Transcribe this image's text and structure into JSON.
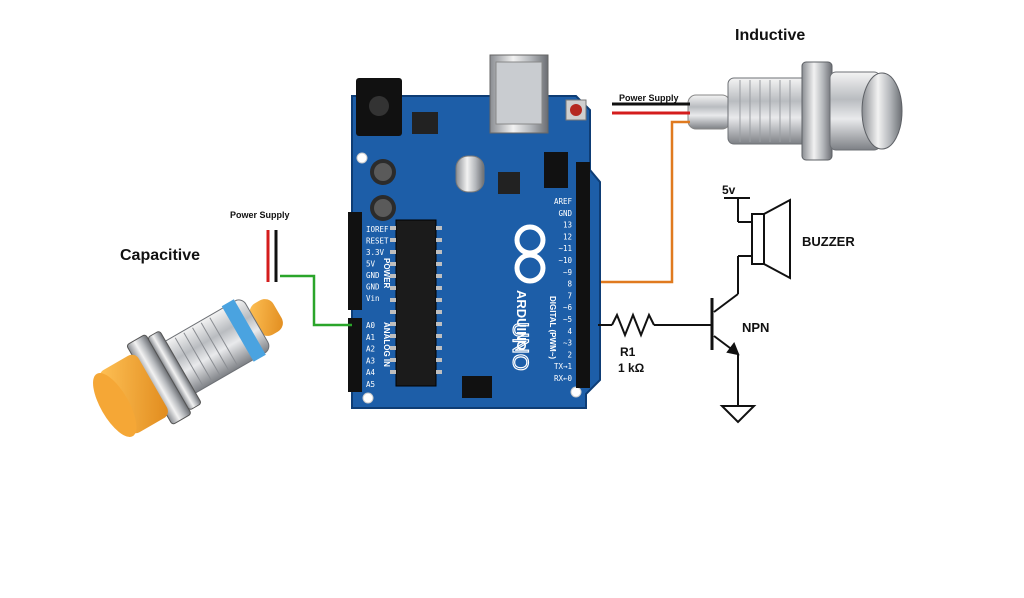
{
  "labels": {
    "inductive": "Inductive",
    "capacitive": "Capacitive",
    "power_supply_left": "Power Supply",
    "power_supply_right": "Power Supply",
    "buzzer": "BUZZER",
    "npn": "NPN",
    "r1": "R1",
    "r1_value": "1 kΩ",
    "five_v": "5v"
  },
  "board": {
    "name": "ARDUINO",
    "model": "UNO",
    "power_header": [
      "IOREF",
      "RESET",
      "3.3V",
      "5V",
      "GND",
      "GND",
      "Vin"
    ],
    "power_title": "POWER",
    "analog_header": [
      "A0",
      "A1",
      "A2",
      "A3",
      "A4",
      "A5"
    ],
    "analog_title": "ANALOG IN",
    "digital_header": [
      "AREF",
      "GND",
      "13",
      "12",
      "~11",
      "~10",
      "~9",
      "8",
      "7",
      "~6",
      "~5",
      "4",
      "~3",
      "2",
      "TX→1",
      "RX←0"
    ],
    "digital_title": "DIGITAL (PWM~)"
  },
  "colors": {
    "board": "#1d5ea8",
    "board_edge": "#0e3d75",
    "wire_orange": "#e07a1f",
    "wire_green": "#2aa52a",
    "wire_red": "#d41d1d",
    "sensor_cap": "#f0a030"
  }
}
